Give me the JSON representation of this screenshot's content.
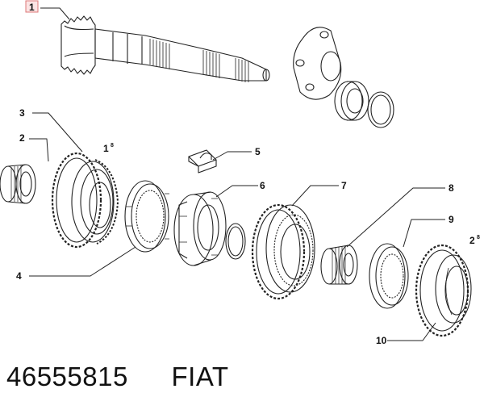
{
  "diagram": {
    "highlighted_label": "1",
    "labels": [
      "2",
      "3",
      "4",
      "5",
      "6",
      "7",
      "8",
      "9",
      "10"
    ],
    "superscripts": [
      {
        "base": "1",
        "sup": "8"
      },
      {
        "base": "2",
        "sup": "8"
      }
    ]
  },
  "caption": {
    "part_number": "46555815",
    "brand": "FIAT"
  },
  "colors": {
    "line": "#222222",
    "highlight_fill": "#fbe3e3",
    "highlight_stroke": "#dd7777"
  }
}
